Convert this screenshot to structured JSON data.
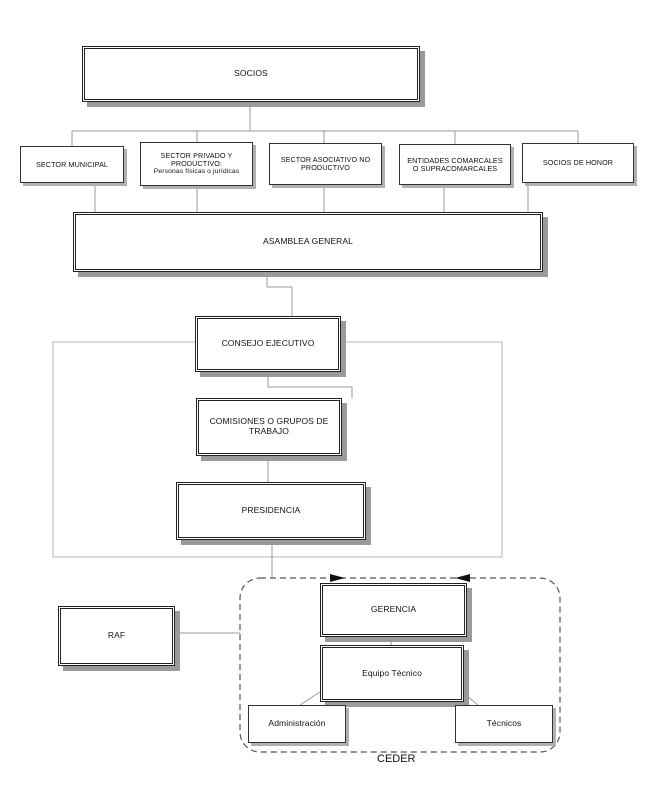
{
  "nodes": {
    "socios": "SOCIOS",
    "sector_municipal": "SECTOR MUNICIPAL",
    "sector_privado_title": "SECTOR PRIVADO Y PRODUCTIVO:",
    "sector_privado_sub": "Personas físicas o jurídicas",
    "sector_asociativo": "SECTOR ASOCIATIVO NO PRODUCTIVO",
    "entidades": "ENTIDADES COMARCALES O SUPRACOMARCALES",
    "socios_honor": "SOCIOS DE HONOR",
    "asamblea": "ASAMBLEA GENERAL",
    "consejo": "CONSEJO EJECUTIVO",
    "comisiones": "COMISIONES O GRUPOS DE TRABAJO",
    "presidencia": "PRESIDENCIA",
    "gerencia": "GERENCIA",
    "raf": "RAF",
    "equipo": "Equipo Técnico",
    "administracion": "Administración",
    "tecnicos": "Técnicos"
  },
  "group_label": "CEDER"
}
